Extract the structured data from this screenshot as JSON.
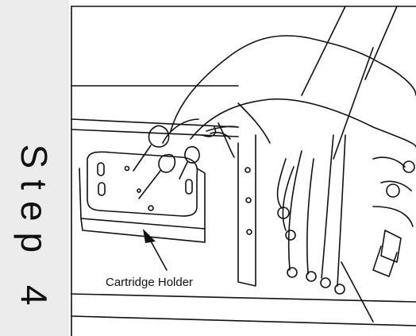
{
  "step": {
    "label": "Step 4"
  },
  "illustration": {
    "subject": "hand-holding-cartridges",
    "callout": {
      "label": "Cartridge Holder"
    }
  },
  "colors": {
    "band": "#ececec",
    "line": "#111111",
    "background": "#ffffff"
  }
}
